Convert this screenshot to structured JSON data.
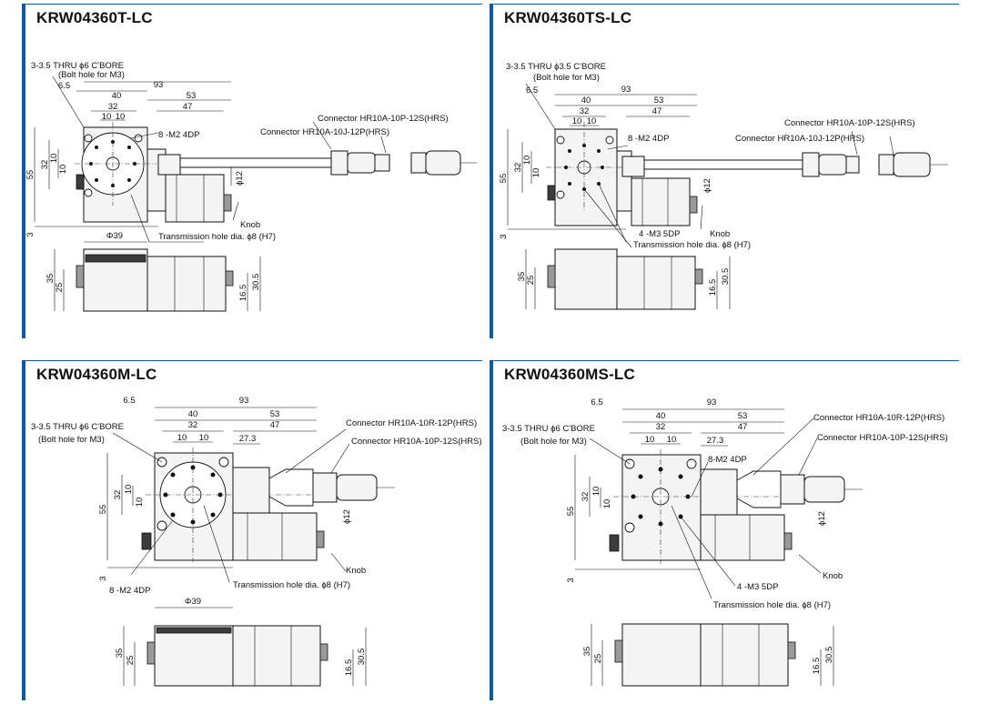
{
  "colors": {
    "accent": "#0a5aa8"
  },
  "panels": [
    {
      "title": "KRW04360T-LC",
      "labels": {
        "bore": "3-3.5 THRU ϕ6 C'BORE",
        "bolt": "(Bolt hole for M3)",
        "d65": "6.5",
        "d93": "93",
        "d40": "40",
        "d53": "53",
        "d32": "32",
        "d47": "47",
        "d10a": "10",
        "d10b": "10",
        "m2": "8 -M2 4DP",
        "conn1": "Connector HR10A-10P-12S(HRS)",
        "conn2": "Connector HR10A-10J-12P(HRS)",
        "d55": "55",
        "v32": "32",
        "v10a": "10",
        "v10b": "10",
        "phi12": "ϕ12",
        "knob": "Knob",
        "trans": "Transmission hole dia. ϕ8 (H7)",
        "d3": "3",
        "phi39": "Φ39",
        "d35": "35",
        "d25": "25",
        "d165": "16.5",
        "d305": "30.5"
      }
    },
    {
      "title": "KRW04360TS-LC",
      "labels": {
        "bore": "3-3.5 THRU ϕ3.5 C'BORE",
        "bolt": "(Bolt hole for M3)",
        "d65": "6.5",
        "d93": "93",
        "d40": "40",
        "d53": "53",
        "d32": "32",
        "d47": "47",
        "d10a": "10",
        "d10b": "10",
        "m2": "8 -M2 4DP",
        "conn1": "Connector HR10A-10P-12S(HRS)",
        "conn2": "Connector HR10A-10J-12P(HRS)",
        "d55": "55",
        "v32": "32",
        "v10a": "10",
        "v10b": "10",
        "phi12": "ϕ12",
        "knob": "Knob",
        "m3": "4 -M3 5DP",
        "trans": "Transmission hole dia. ϕ8 (H7)",
        "d3": "3",
        "d35": "35",
        "d25": "25",
        "d165": "16.5",
        "d305": "30.5"
      }
    },
    {
      "title": "KRW04360M-LC",
      "labels": {
        "bore": "3-3.5 THRU ϕ6 C'BORE",
        "bolt": "(Bolt hole for M3)",
        "d65": "6.5",
        "d93": "93",
        "d40": "40",
        "d53": "53",
        "d32": "32",
        "d47": "47",
        "d10a": "10",
        "d10b": "10",
        "d273": "27.3",
        "conn1": "Connector HR10A-10R-12P(HRS)",
        "conn2": "Connector HR10A-10P-12S(HRS)",
        "d55": "55",
        "v32": "32",
        "v10a": "10",
        "v10b": "10",
        "phi12": "ϕ12",
        "knob": "Knob",
        "m2": "8 -M2 4DP",
        "trans": "Transmission hole dia. ϕ8 (H7)",
        "d3": "3",
        "phi39": "Φ39",
        "d35": "35",
        "d25": "25",
        "d165": "16.5",
        "d305": "30.5"
      }
    },
    {
      "title": "KRW04360MS-LC",
      "labels": {
        "bore": "3-3.5 THRU ϕ6 C'BORE",
        "bolt": "(Bolt hole for M3)",
        "d65": "6.5",
        "d93": "93",
        "d40": "40",
        "d53": "53",
        "d32": "32",
        "d47": "47",
        "d10a": "10",
        "d10b": "10",
        "d273": "27.3",
        "m2": "8-M2 4DP",
        "conn1": "Connector HR10A-10R-12P(HRS)",
        "conn2": "Connector HR10A-10P-12S(HRS)",
        "d55": "55",
        "v32": "32",
        "v10a": "10",
        "v10b": "10",
        "phi12": "ϕ12",
        "knob": "Knob",
        "m3": "4 -M3 5DP",
        "trans": "Transmission hole dia. ϕ8 (H7)",
        "d3": "3",
        "d35": "35",
        "d25": "25",
        "d165": "16.5",
        "d305": "30.5"
      }
    }
  ]
}
